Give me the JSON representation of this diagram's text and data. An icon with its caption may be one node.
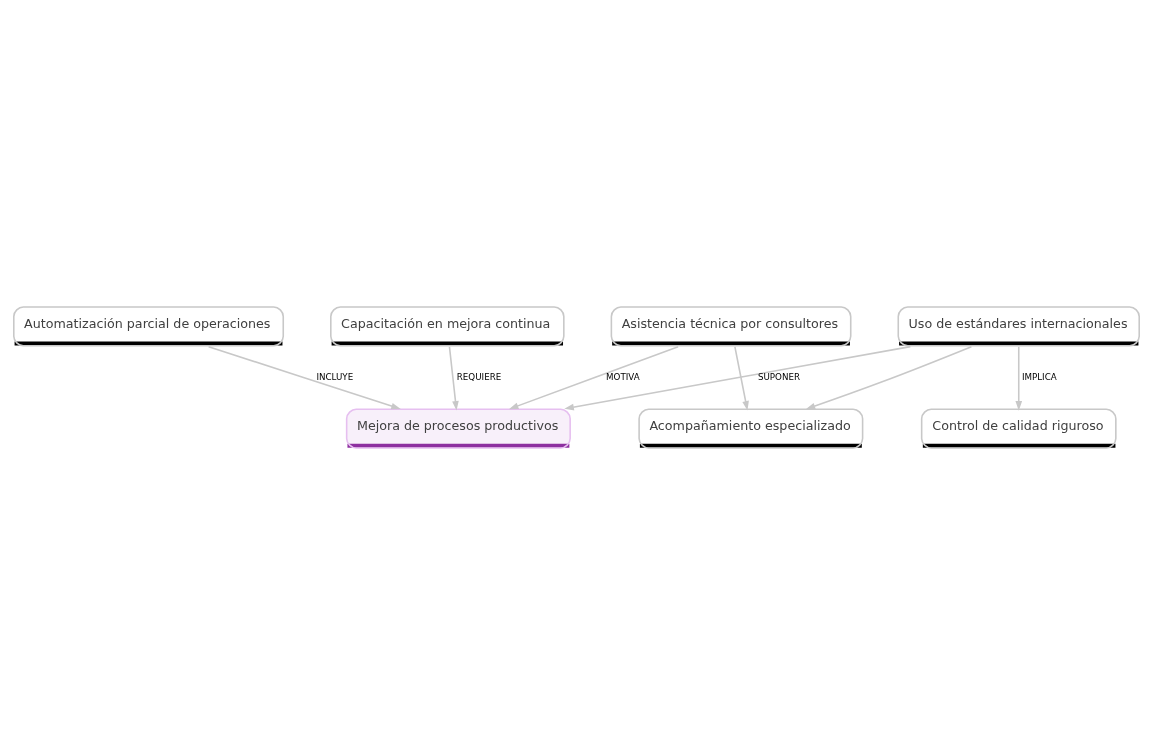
{
  "diagram": {
    "nodes": [
      {
        "text": [
          "Automatización parcial de operaciones"
        ]
      },
      {
        "text": [
          "Capacitación en mejora continua"
        ]
      },
      {
        "text": [
          "Mejora de procesos productivos"
        ]
      },
      {
        "text": [
          "Uso de estándares internacionales"
        ]
      },
      {
        "text": [
          "Asistencia técnica por consultores"
        ]
      },
      {
        "text": [
          "Acompañamiento especializado"
        ]
      },
      {
        "text": [
          "Control de calidad riguroso"
        ]
      }
    ],
    "edges": [
      {
        "from": 0,
        "to": 2,
        "arrow": "to",
        "label": "INCLUYE"
      },
      {
        "from": 1,
        "to": 2,
        "arrow": "to",
        "label": "REQUIERE"
      },
      {
        "from": 3,
        "to": 2,
        "arrow": "to",
        "label": "SUPONER"
      },
      {
        "from": 4,
        "to": 2,
        "arrow": "to",
        "label": "MOTIVA"
      },
      {
        "from": 3,
        "to": 5,
        "arrow": "to"
      },
      {
        "from": 4,
        "to": 5,
        "arrow": "to"
      },
      {
        "from": 3,
        "to": 6,
        "arrow": "to",
        "label": "IMPLICA"
      }
    ]
  }
}
